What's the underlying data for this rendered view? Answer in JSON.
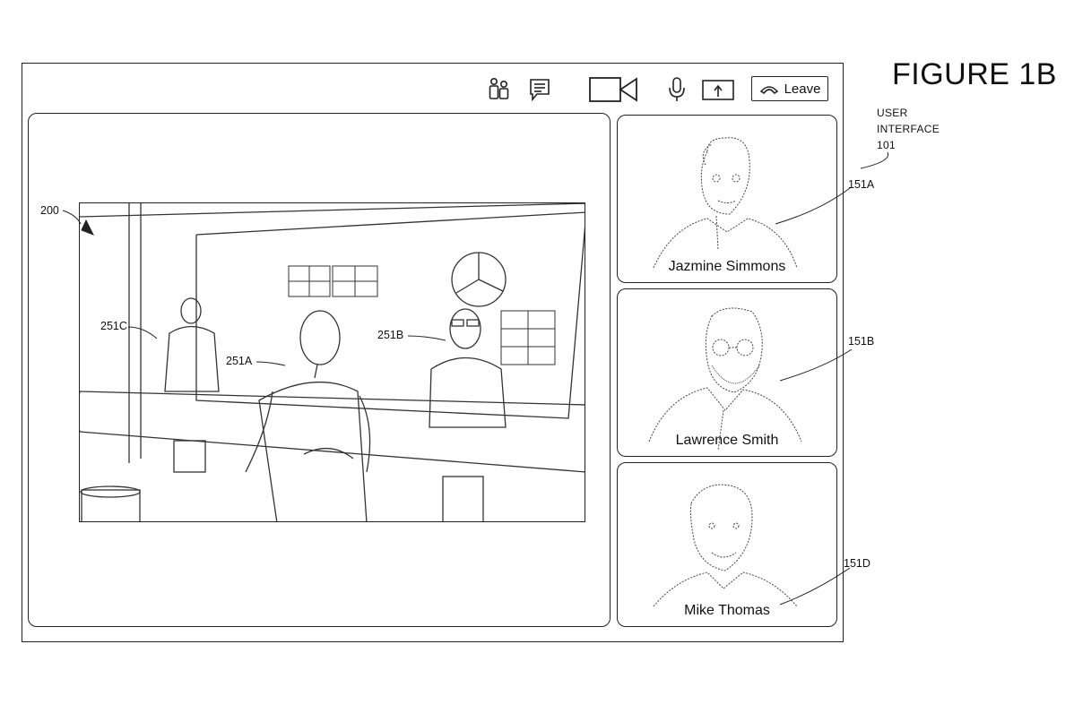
{
  "figure": {
    "title": "FIGURE 1B",
    "ui_label": {
      "line1": "User",
      "line2": "Interface",
      "number": "101"
    }
  },
  "toolbar": {
    "leave_label": "Leave"
  },
  "main_view": {
    "ref": "200",
    "people": [
      {
        "ref": "251A"
      },
      {
        "ref": "251B"
      },
      {
        "ref": "251C"
      }
    ]
  },
  "participants": [
    {
      "name": "Jazmine Simmons",
      "ref": "151A"
    },
    {
      "name": "Lawrence Smith",
      "ref": "151B"
    },
    {
      "name": "Mike Thomas",
      "ref": "151D"
    }
  ]
}
